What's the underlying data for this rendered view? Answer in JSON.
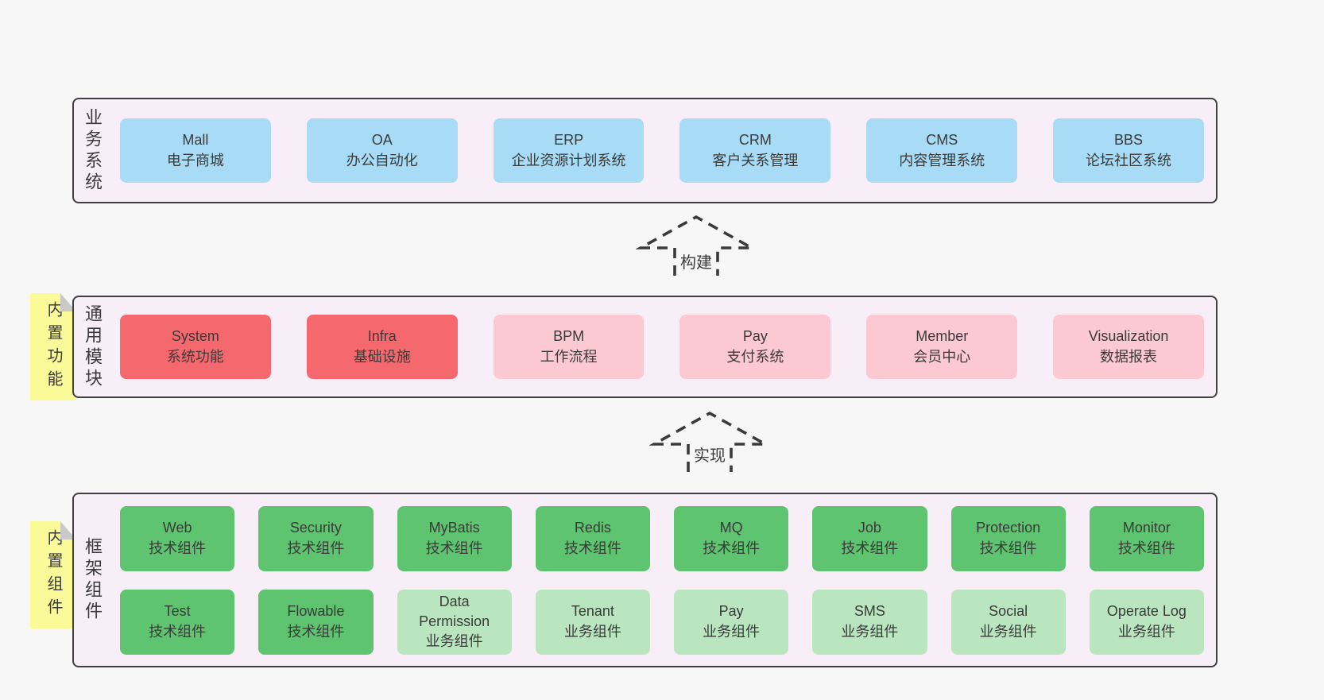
{
  "colors": {
    "page-bg": "#f7f7f7",
    "panel-bg": "#f8eef7",
    "panel-border": "#404040",
    "blue": "#a8dbf5",
    "red": "#f5696e",
    "pink": "#fcc9d3",
    "green-dark": "#5ec46f",
    "green-light": "#b9e5bf",
    "sticky-bg": "#fafa98",
    "sticky-fold": "#c9c9c9",
    "text": "#3a3a3a"
  },
  "sections": [
    {
      "side_label": "业务系统",
      "rows": [
        [
          {
            "title": "Mall",
            "subtitle": "电子商城",
            "variant": "blue"
          },
          {
            "title": "OA",
            "subtitle": "办公自动化",
            "variant": "blue"
          },
          {
            "title": "ERP",
            "subtitle": "企业资源计划系统",
            "variant": "blue"
          },
          {
            "title": "CRM",
            "subtitle": "客户关系管理",
            "variant": "blue"
          },
          {
            "title": "CMS",
            "subtitle": "内容管理系统",
            "variant": "blue"
          },
          {
            "title": "BBS",
            "subtitle": "论坛社区系统",
            "variant": "blue"
          }
        ]
      ]
    },
    {
      "side_label": "通用模块",
      "sticky": {
        "label": "内置功能"
      },
      "rows": [
        [
          {
            "title": "System",
            "subtitle": "系统功能",
            "variant": "red"
          },
          {
            "title": "Infra",
            "subtitle": "基础设施",
            "variant": "red"
          },
          {
            "title": "BPM",
            "subtitle": "工作流程",
            "variant": "pink"
          },
          {
            "title": "Pay",
            "subtitle": "支付系统",
            "variant": "pink"
          },
          {
            "title": "Member",
            "subtitle": "会员中心",
            "variant": "pink"
          },
          {
            "title": "Visualization",
            "subtitle": "数据报表",
            "variant": "pink"
          }
        ]
      ]
    },
    {
      "side_label": "框架组件",
      "sticky": {
        "label": "内置组件"
      },
      "rows": [
        [
          {
            "title": "Web",
            "subtitle": "技术组件",
            "variant": "green-dark"
          },
          {
            "title": "Security",
            "subtitle": "技术组件",
            "variant": "green-dark"
          },
          {
            "title": "MyBatis",
            "subtitle": "技术组件",
            "variant": "green-dark"
          },
          {
            "title": "Redis",
            "subtitle": "技术组件",
            "variant": "green-dark"
          },
          {
            "title": "MQ",
            "subtitle": "技术组件",
            "variant": "green-dark"
          },
          {
            "title": "Job",
            "subtitle": "技术组件",
            "variant": "green-dark"
          },
          {
            "title": "Protection",
            "subtitle": "技术组件",
            "variant": "green-dark"
          },
          {
            "title": "Monitor",
            "subtitle": "技术组件",
            "variant": "green-dark"
          }
        ],
        [
          {
            "title": "Test",
            "subtitle": "技术组件",
            "variant": "green-dark"
          },
          {
            "title": "Flowable",
            "subtitle": "技术组件",
            "variant": "green-dark"
          },
          {
            "title": "Data Permission",
            "subtitle": "业务组件",
            "variant": "green-light"
          },
          {
            "title": "Tenant",
            "subtitle": "业务组件",
            "variant": "green-light"
          },
          {
            "title": "Pay",
            "subtitle": "业务组件",
            "variant": "green-light"
          },
          {
            "title": "SMS",
            "subtitle": "业务组件",
            "variant": "green-light"
          },
          {
            "title": "Social",
            "subtitle": "业务组件",
            "variant": "green-light"
          },
          {
            "title": "Operate Log",
            "subtitle": "业务组件",
            "variant": "green-light"
          }
        ]
      ]
    }
  ],
  "arrows": [
    {
      "label": "构建"
    },
    {
      "label": "实现"
    }
  ]
}
